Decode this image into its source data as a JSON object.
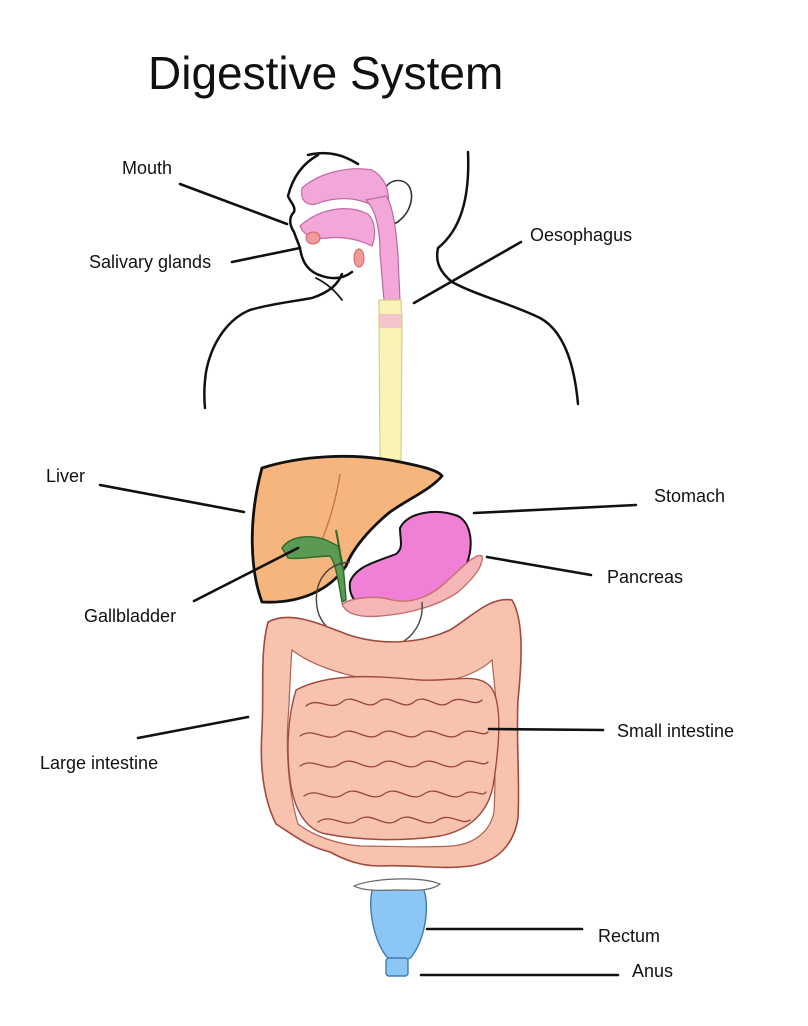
{
  "title": "Digestive System",
  "labels": {
    "mouth": "Mouth",
    "salivary_glands": "Salivary glands",
    "oesophagus": "Oesophagus",
    "liver": "Liver",
    "stomach": "Stomach",
    "pancreas": "Pancreas",
    "gallbladder": "Gallbladder",
    "small_intestine": "Small intestine",
    "large_intestine": "Large intestine",
    "rectum": "Rectum",
    "anus": "Anus"
  },
  "colors": {
    "mouth_pink": "#f3a6d8",
    "salivary_red": "#f19a9a",
    "oesophagus_yellow": "#faf3b8",
    "liver_orange": "#f6b57c",
    "gallbladder_green": "#5a9a52",
    "stomach_magenta": "#f07fd6",
    "pancreas_pink": "#f4b6b6",
    "intestine_salmon": "#f7c3ae",
    "rectum_blue": "#8cc6f4",
    "outline": "#111111"
  }
}
